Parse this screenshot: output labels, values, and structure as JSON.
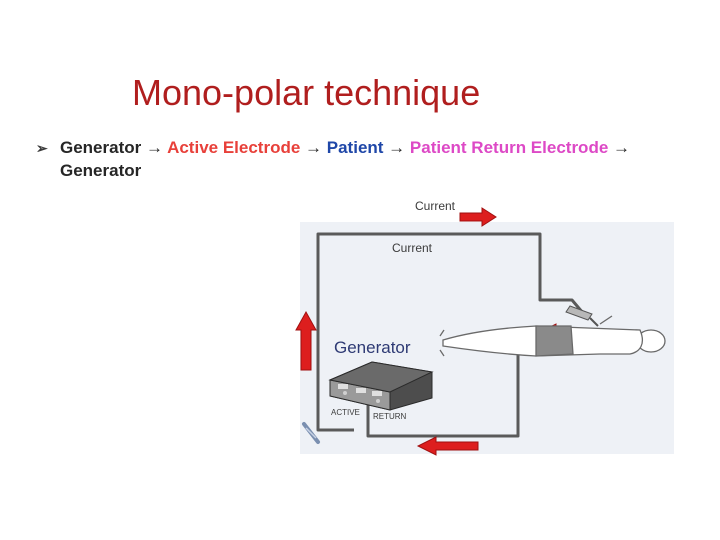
{
  "slide": {
    "title": "Mono-polar technique",
    "bullet": {
      "marker": "➢",
      "parts": [
        {
          "text": "Generator",
          "role": "generator"
        },
        {
          "text": " → ",
          "role": "arrow"
        },
        {
          "text": "Active Electrode",
          "role": "active"
        },
        {
          "text": " → ",
          "role": "arrow"
        },
        {
          "text": "Patient",
          "role": "patient"
        },
        {
          "text": " → ",
          "role": "arrow"
        },
        {
          "text": "Patient Return Electrode",
          "role": "return"
        },
        {
          "text": " → ",
          "role": "arrow"
        },
        {
          "text": "Generator",
          "role": "generator"
        }
      ]
    }
  },
  "diagram": {
    "current_label_top": "Current",
    "current_label_inner": "Current",
    "generator_label": "Generator",
    "active_label": "ACTIVE",
    "return_label": "RETURN"
  },
  "colors": {
    "title": "#b01e1e",
    "generator_text": "#262626",
    "active_text": "#e8403a",
    "patient_text": "#1f47a8",
    "return_text": "#dd49c6",
    "arrow_red": "#dd1e1e",
    "wire": "#555555"
  }
}
